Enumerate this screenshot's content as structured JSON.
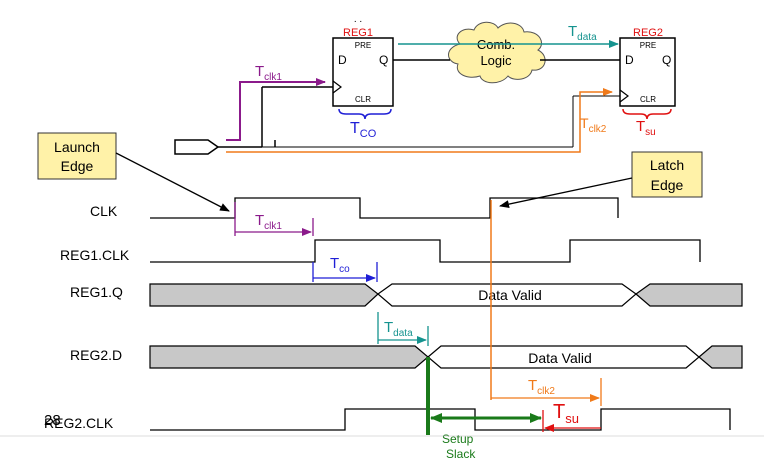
{
  "page_number": "28",
  "circuit": {
    "reg1": {
      "name": "REG1",
      "pre": "PRE",
      "clr": "CLR",
      "d": "D",
      "q": "Q"
    },
    "reg2": {
      "name": "REG2",
      "pre": "PRE",
      "clr": "CLR",
      "d": "D",
      "q": "Q"
    },
    "comb_logic": {
      "line1": "Comb.",
      "line2": "Logic"
    },
    "t_clk1": {
      "base": "T",
      "sub": "clk1"
    },
    "t_co": {
      "base": "T",
      "sub": "CO"
    },
    "t_data": {
      "base": "T",
      "sub": "data"
    },
    "t_clk2": {
      "base": "T",
      "sub": "clk2"
    },
    "t_su": {
      "base": "T",
      "sub": "su"
    }
  },
  "callouts": {
    "launch_edge": {
      "line1": "Launch",
      "line2": "Edge"
    },
    "latch_edge": {
      "line1": "Latch",
      "line2": "Edge"
    }
  },
  "signals": {
    "clk": "CLK",
    "reg1_clk": "REG1.CLK",
    "reg1_q": "REG1.Q",
    "reg2_d": "REG2.D",
    "reg2_clk": "REG2.CLK"
  },
  "data_valid_1": "Data Valid",
  "data_valid_2": "Data Valid",
  "timing": {
    "t_clk1": {
      "base": "T",
      "sub": "clk1"
    },
    "t_co": {
      "base": "T",
      "sub": "co"
    },
    "t_data": {
      "base": "T",
      "sub": "data"
    },
    "t_clk2": {
      "base": "T",
      "sub": "clk2"
    },
    "t_su": {
      "base": "T",
      "sub": "su"
    }
  },
  "setup_slack": {
    "line1": "Setup",
    "line2": "Slack"
  },
  "colors": {
    "purple": "#8b1a8b",
    "blue": "#1f1fd6",
    "teal": "#15938f",
    "orange": "#f07a1a",
    "red": "#e01010",
    "green": "#1a7a1a",
    "callout_fill": "#fff2a8",
    "cloud_fill": "#fff2a8",
    "bus_fill": "#c8c8c8"
  }
}
